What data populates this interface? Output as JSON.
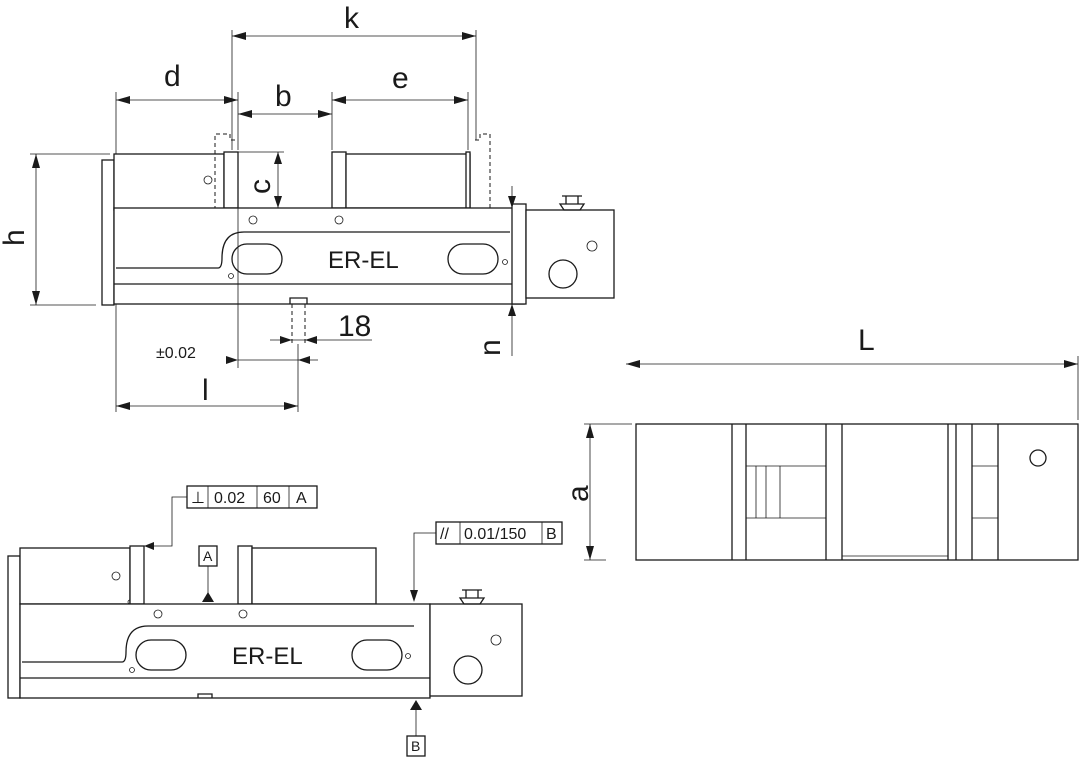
{
  "labels": {
    "k": "k",
    "d": "d",
    "b": "b",
    "e": "e",
    "c": "c",
    "h": "h",
    "n": "n",
    "l": "l",
    "L": "L",
    "a": "a",
    "dim_18": "18",
    "tolerance": "±0.02",
    "model_top": "ER-EL",
    "model_bottom": "ER-EL"
  },
  "gdt_perpendicular": {
    "symbol": "⊥",
    "value": "0.02",
    "length": "60",
    "datum": "A"
  },
  "gdt_parallel": {
    "symbol": "//",
    "value": "0.01/150",
    "datum": "B"
  },
  "datums": {
    "A": "A",
    "B": "B"
  }
}
